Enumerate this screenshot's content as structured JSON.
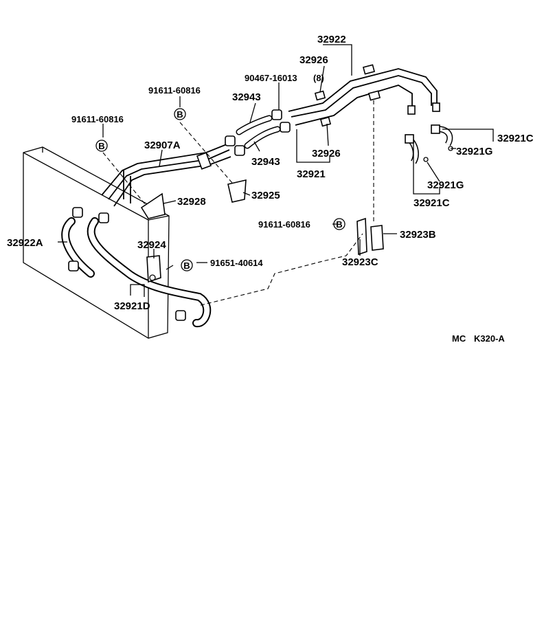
{
  "labels": {
    "p32922": "32922",
    "p32926_top": "32926",
    "p90467": "90467-16013",
    "p90467_qty": "(8)",
    "p91611_a": "91611-60816",
    "p32943_top": "32943",
    "p91611_b": "91611-60816",
    "p32907A": "32907A",
    "p32943_bot": "32943",
    "p32926_bot": "32926",
    "p32921": "32921",
    "p32925": "32925",
    "p32928": "32928",
    "p32921C_top": "32921C",
    "p32921G_top": "32921G",
    "p32921G_bot": "32921G",
    "p32921C_bot": "32921C",
    "p91611_c": "91611-60816",
    "p32923B": "32923B",
    "p32923C": "32923C",
    "p32922A": "32922A",
    "p32924": "32924",
    "p91651": "91651-40614",
    "p32921D": "32921D"
  },
  "bolt_marker": "B",
  "reference": {
    "mc": "MC",
    "code": "K320-A"
  }
}
